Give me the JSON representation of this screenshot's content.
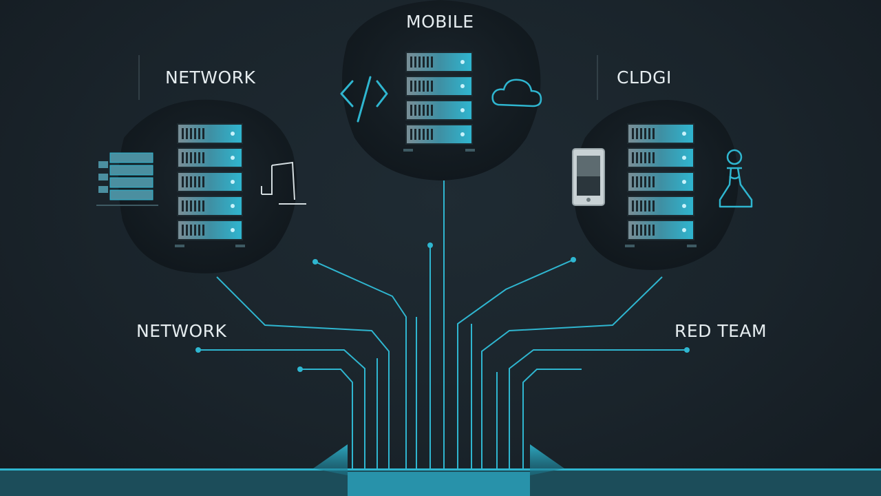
{
  "labels": {
    "top_left": "NETWORK",
    "top_center": "MOBILE",
    "top_right": "CLDGI",
    "bottom_left": "NETWORK",
    "bottom_right": "RED TEAM"
  },
  "colors": {
    "background": "#1a242b",
    "accent": "#2fb6d0",
    "blob": "#121a20",
    "server_face": "#3f8fa3",
    "label_text": "#e6edf0"
  },
  "icons": {
    "left_side": "server-rack-small-icon",
    "left_right_side": "document-pipe-icon",
    "center_left": "code-tag-icon",
    "center_right": "cloud-icon",
    "right_left": "smartphone-icon",
    "right_right": "chess-pawn-icon"
  }
}
